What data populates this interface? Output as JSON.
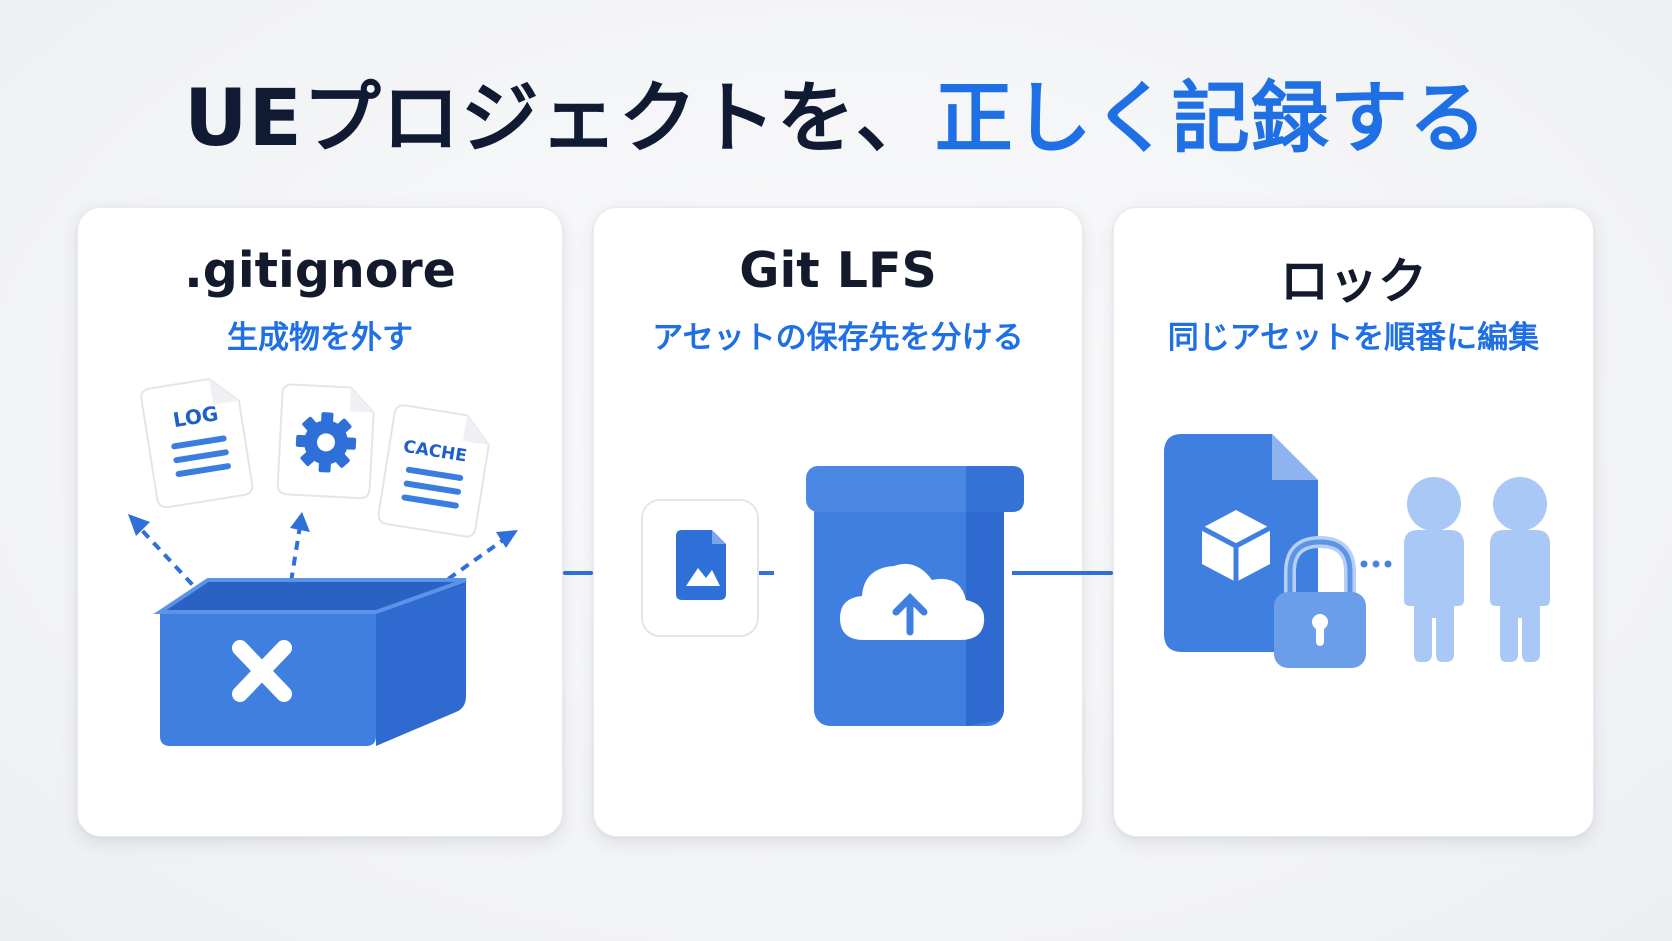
{
  "title": {
    "part1": "UEプロジェクトを、",
    "part2": "正しく記録する"
  },
  "colors": {
    "accent": "#1f6fe5",
    "heading": "#111a33",
    "box_blue": "#3f7fe0",
    "light_blue": "#a9c8f5"
  },
  "cards": [
    {
      "title": ".gitignore",
      "subtitle": "生成物を外す",
      "icons": [
        "log-file-icon",
        "gear-file-icon",
        "cache-file-icon",
        "box-x-icon"
      ],
      "file_labels": {
        "log": "LOG",
        "cache": "CACHE"
      }
    },
    {
      "title": "Git LFS",
      "subtitle": "アセットの保存先を分ける",
      "icons": [
        "image-file-icon",
        "storage-box-icon",
        "cloud-upload-icon"
      ]
    },
    {
      "title": "ロック",
      "subtitle": "同じアセットを順番に編集",
      "icons": [
        "cube-file-icon",
        "padlock-icon",
        "person-icon",
        "person-icon"
      ]
    }
  ]
}
